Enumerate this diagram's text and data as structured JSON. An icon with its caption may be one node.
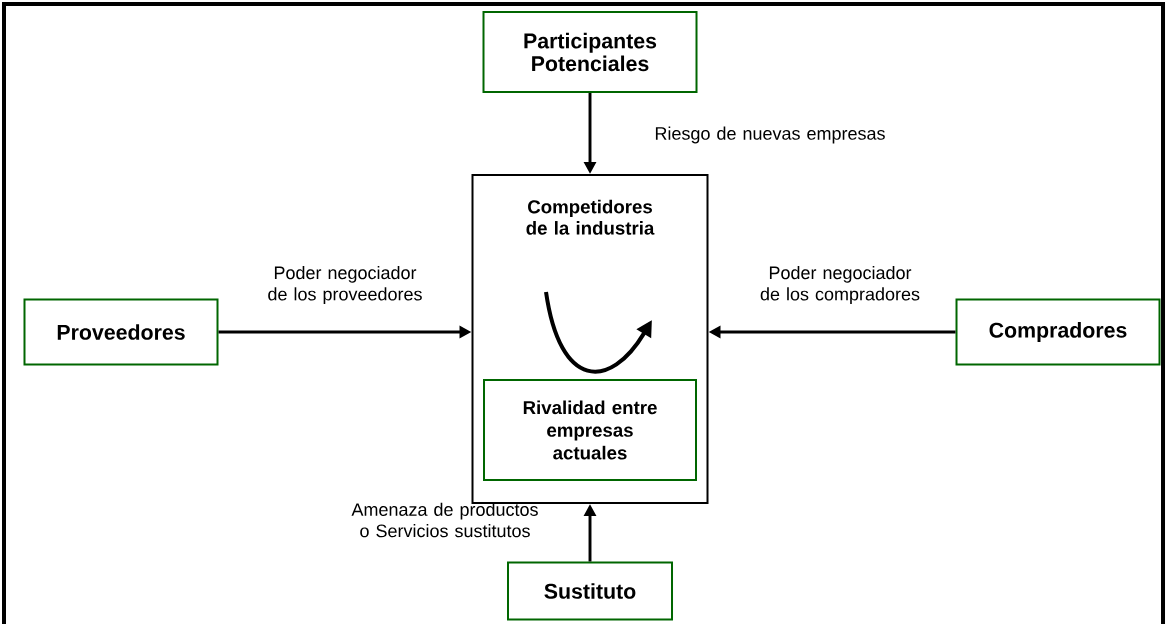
{
  "diagram": {
    "nodes": [
      {
        "text": [
          "Participantes Potenciales"
        ]
      },
      {
        "text": [
          "Competidores de la industria"
        ]
      },
      {
        "text": [
          "Rivalidad entre empresas actuales"
        ],
        "in": 1
      },
      {
        "text": [
          "Proveedores"
        ]
      },
      {
        "text": [
          "Compradores"
        ]
      },
      {
        "text": [
          "Sustituto"
        ]
      }
    ],
    "edges": [
      {
        "from": 0,
        "to": 1,
        "arrow": "to",
        "label": "Riesgo de nuevas empresas"
      },
      {
        "from": 3,
        "to": 1,
        "arrow": "to",
        "label": "Poder negociador de los proveedores"
      },
      {
        "from": 4,
        "to": 1,
        "arrow": "to",
        "label": "Poder negociador de los compradores"
      },
      {
        "from": 5,
        "to": 1,
        "arrow": "to",
        "label": "Amenaza de productos o Servicios sustitutos"
      }
    ]
  }
}
